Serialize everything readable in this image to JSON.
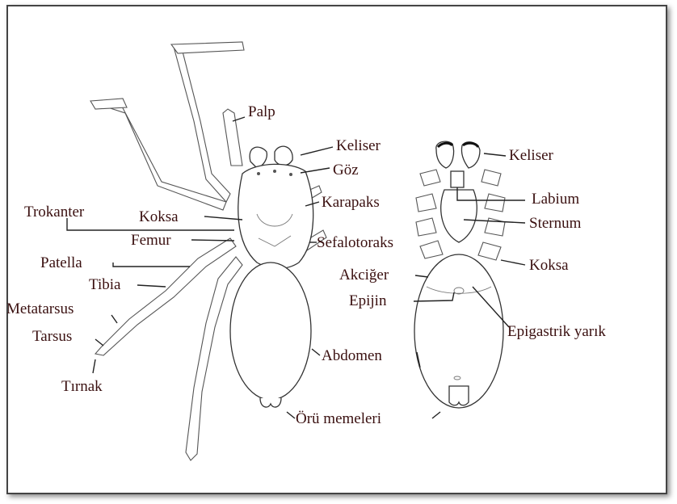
{
  "labels": {
    "palp": "Palp",
    "keliser_left": "Keliser",
    "goz": "Göz",
    "karapaks": "Karapaks",
    "trokanter": "Trokanter",
    "koksa_left": "Koksa",
    "femur": "Femur",
    "sefalotoraks": "Sefalotoraks",
    "patella": "Patella",
    "tibia": "Tibia",
    "metatarsus": "Metatarsus",
    "tarsus": "Tarsus",
    "tirnak": "Tırnak",
    "abdomen": "Abdomen",
    "oru_memeleri": "Örü memeleri",
    "keliser_right": "Keliser",
    "labium": "Labium",
    "sternum": "Sternum",
    "koksa_right": "Koksa",
    "akciger": "Akciğer",
    "epijin": "Epijin",
    "epigastrik_yarik": "Epigastrik yarık"
  }
}
